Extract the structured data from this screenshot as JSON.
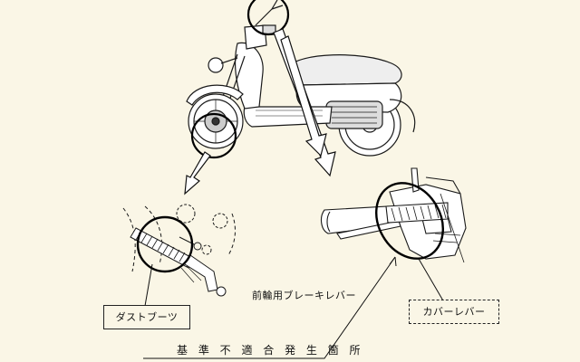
{
  "labels": {
    "dust_boot": "ダストブーツ",
    "front_brake_lever": "前輪用ブレーキレバー",
    "cover_lever": "カバーレバー",
    "nonconformity_location": "基 準 不 適 合 発 生 箇 所"
  }
}
